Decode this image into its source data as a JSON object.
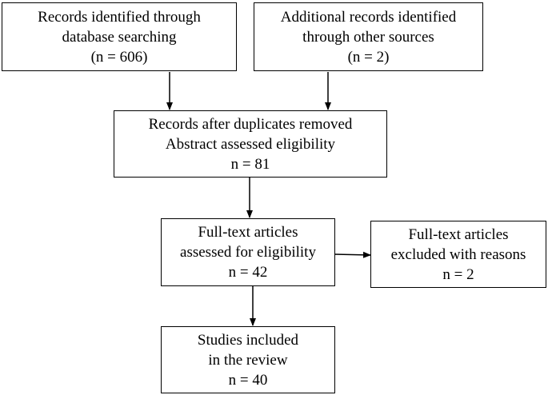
{
  "boxes": {
    "database_search": {
      "lines": [
        "Records identified through",
        "database searching",
        "(n = 606)"
      ]
    },
    "other_sources": {
      "lines": [
        "Additional records identified",
        "through other sources",
        "(n = 2)"
      ]
    },
    "after_duplicates": {
      "lines": [
        "Records after duplicates removed",
        "Abstract assessed eligibility",
        "n = 81"
      ]
    },
    "full_text_assessed": {
      "lines": [
        "Full-text articles",
        "assessed for eligibility",
        "n = 42"
      ]
    },
    "full_text_excluded": {
      "lines": [
        "Full-text articles",
        "excluded with reasons",
        "n = 2"
      ]
    },
    "included": {
      "lines": [
        "Studies included",
        "in the review",
        "n = 40"
      ]
    }
  }
}
